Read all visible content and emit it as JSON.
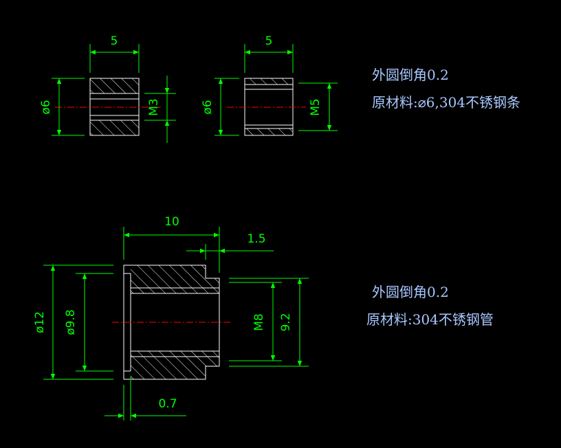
{
  "colors": {
    "background": "#000000",
    "dimension": "#00ff00",
    "outline": "#ffffff",
    "centerline": "#ff0000",
    "note_text": "#a8c8ff"
  },
  "part1": {
    "width_label": "5",
    "diameter_label": "ø6",
    "thread_label": "M3"
  },
  "part2": {
    "width_label": "5",
    "diameter_label": "ø6",
    "thread_label": "M5"
  },
  "notes_top": {
    "line1": "外圆倒角0.2",
    "line2": "原材料:⌀6,304不锈钢条"
  },
  "part3": {
    "length_label": "10",
    "step_label": "1.5",
    "outer_diameter_label": "ø12",
    "inner_diameter_label": "ø9.8",
    "thread_label": "M8",
    "step_diameter_label": "9.2",
    "flange_label": "0.7"
  },
  "notes_bottom": {
    "line1": "外圆倒角0.2",
    "line2": "原材料:304不锈钢管"
  }
}
